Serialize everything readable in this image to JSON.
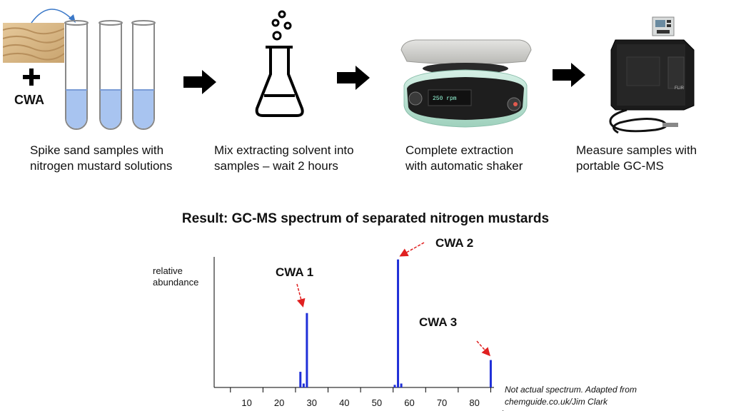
{
  "steps": [
    {
      "caption": [
        "Spike sand samples with",
        "nitrogen mustard solutions"
      ]
    },
    {
      "caption": [
        "Mix extracting solvent into",
        "samples – wait 2 hours"
      ]
    },
    {
      "caption": [
        "Complete extraction",
        "with automatic shaker"
      ]
    },
    {
      "caption": [
        "Measure samples with",
        "portable GC-MS"
      ]
    }
  ],
  "step1": {
    "cwa_label": "CWA"
  },
  "arrow_icon": "right-arrow-icon",
  "colors": {
    "bars": "#1f2fd8",
    "pointer": "#e02020",
    "tube_liquid": "#a8c4f0",
    "sand": "#d8b888"
  },
  "result": {
    "title": "Result: GC-MS spectrum of separated nitrogen mustards",
    "credit": [
      "Not actual spectrum. Adapted from",
      "chemguide.co.uk/Jim Clark"
    ]
  },
  "chart_data": {
    "type": "bar",
    "ylabel": "relative abundance",
    "xlabel": "m/z",
    "xlim": [
      0,
      86
    ],
    "xticks": [
      10,
      20,
      30,
      40,
      50,
      60,
      70,
      80
    ],
    "ylim": [
      0,
      100
    ],
    "bars": [
      {
        "x": 26.5,
        "y": 12
      },
      {
        "x": 27.5,
        "y": 3
      },
      {
        "x": 28.5,
        "y": 57
      },
      {
        "x": 55.5,
        "y": 2
      },
      {
        "x": 56.5,
        "y": 98
      },
      {
        "x": 57.5,
        "y": 3
      },
      {
        "x": 85,
        "y": 21
      }
    ],
    "annotations": [
      {
        "text": "CWA 1",
        "x": 28.5
      },
      {
        "text": "CWA 2",
        "x": 56.5
      },
      {
        "text": "CWA 3",
        "x": 85
      }
    ]
  }
}
